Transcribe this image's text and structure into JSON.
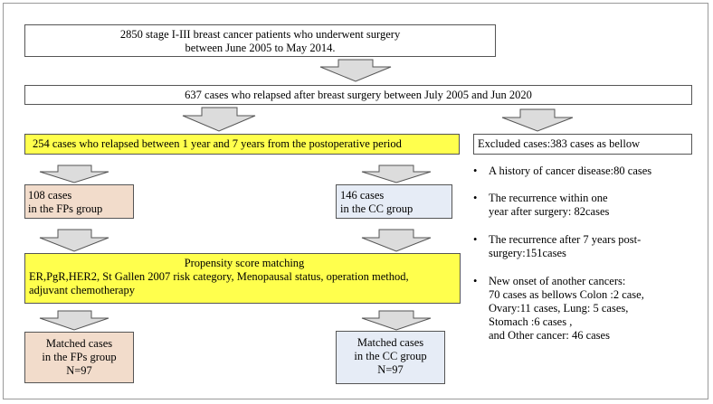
{
  "top_box": {
    "line1": "2850 stage I-III breast cancer patients who underwent surgery",
    "line2": "between June 2005 to May 2014."
  },
  "relapse_box": {
    "text": "637 cases who relapsed after breast surgery between July 2005 and Jun 2020"
  },
  "window_box": {
    "text": "254 cases who relapsed between 1 year and 7 years from the postoperative period"
  },
  "excluded_box": {
    "text": "Excluded cases:383 cases as bellow"
  },
  "exclusions": [
    {
      "text": "A history of cancer disease:80 cases"
    },
    {
      "text": "The recurrence within one\nyear after surgery: 82cases"
    },
    {
      "text": "The recurrence after 7 years post-\nsurgery:151cases"
    },
    {
      "text": "New onset of another cancers:\n70 cases as bellows Colon :2 case,\nOvary:11 cases,  Lung: 5 cases,\nStomach :6 cases ,\nand Other cancer: 46 cases"
    }
  ],
  "fps_group": {
    "line1": "108 cases",
    "line2": "in the FPs group"
  },
  "cc_group": {
    "line1": "146 cases",
    "line2": "in the CC group"
  },
  "psm_box": {
    "title": "Propensity score matching",
    "line1": "ER,PgR,HER2, St Gallen 2007 risk category, Menopausal status, operation method,",
    "line2": "adjuvant chemotherapy"
  },
  "matched_fps": {
    "line1": "Matched cases",
    "line2": "in the FPs group",
    "line3": "N=97"
  },
  "matched_cc": {
    "line1": "Matched cases",
    "line2": "in the CC group",
    "line3": "N=97"
  },
  "colors": {
    "yellow": "#ffff4d",
    "peach": "#f2dccb",
    "light_blue": "#e6ecf6",
    "arrow_fill": "#dcdcdc",
    "arrow_stroke": "#555555"
  }
}
